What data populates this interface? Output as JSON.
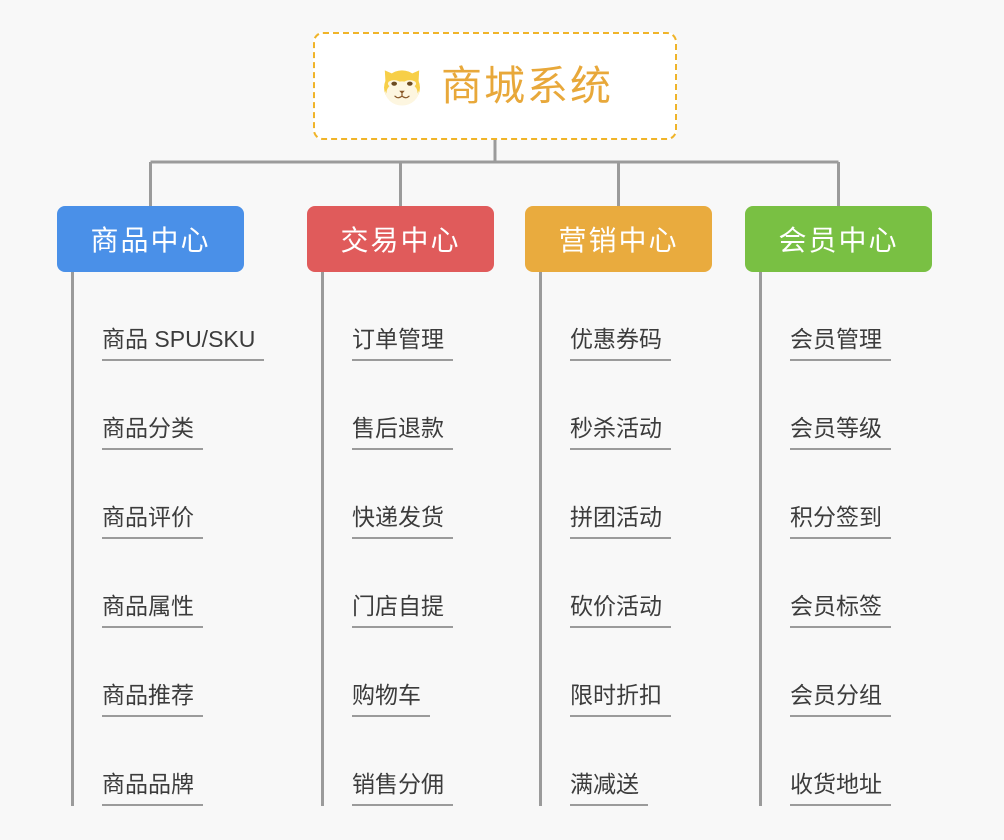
{
  "diagram": {
    "type": "mind-map",
    "background_color": "#f8f8f8",
    "root": {
      "title": "商城系统",
      "icon": "shiba-dog-face-icon",
      "text_color": "#e8a83a",
      "border_color": "#f0b429",
      "background_color": "#ffffff"
    },
    "connector_color": "#9b9b9b",
    "branches": [
      {
        "label": "商品中心",
        "color": "#4a90e8",
        "text_color": "#ffffff",
        "leaves": [
          "商品 SPU/SKU",
          "商品分类",
          "商品评价",
          "商品属性",
          "商品推荐",
          "商品品牌"
        ]
      },
      {
        "label": "交易中心",
        "color": "#e05b5b",
        "text_color": "#ffffff",
        "leaves": [
          "订单管理",
          "售后退款",
          "快递发货",
          "门店自提",
          "购物车",
          "销售分佣"
        ]
      },
      {
        "label": "营销中心",
        "color": "#e9ab3e",
        "text_color": "#ffffff",
        "leaves": [
          "优惠券码",
          "秒杀活动",
          "拼团活动",
          "砍价活动",
          "限时折扣",
          "满减送"
        ]
      },
      {
        "label": "会员中心",
        "color": "#79c043",
        "text_color": "#ffffff",
        "leaves": [
          "会员管理",
          "会员等级",
          "积分签到",
          "会员标签",
          "会员分组",
          "收货地址"
        ]
      }
    ]
  }
}
